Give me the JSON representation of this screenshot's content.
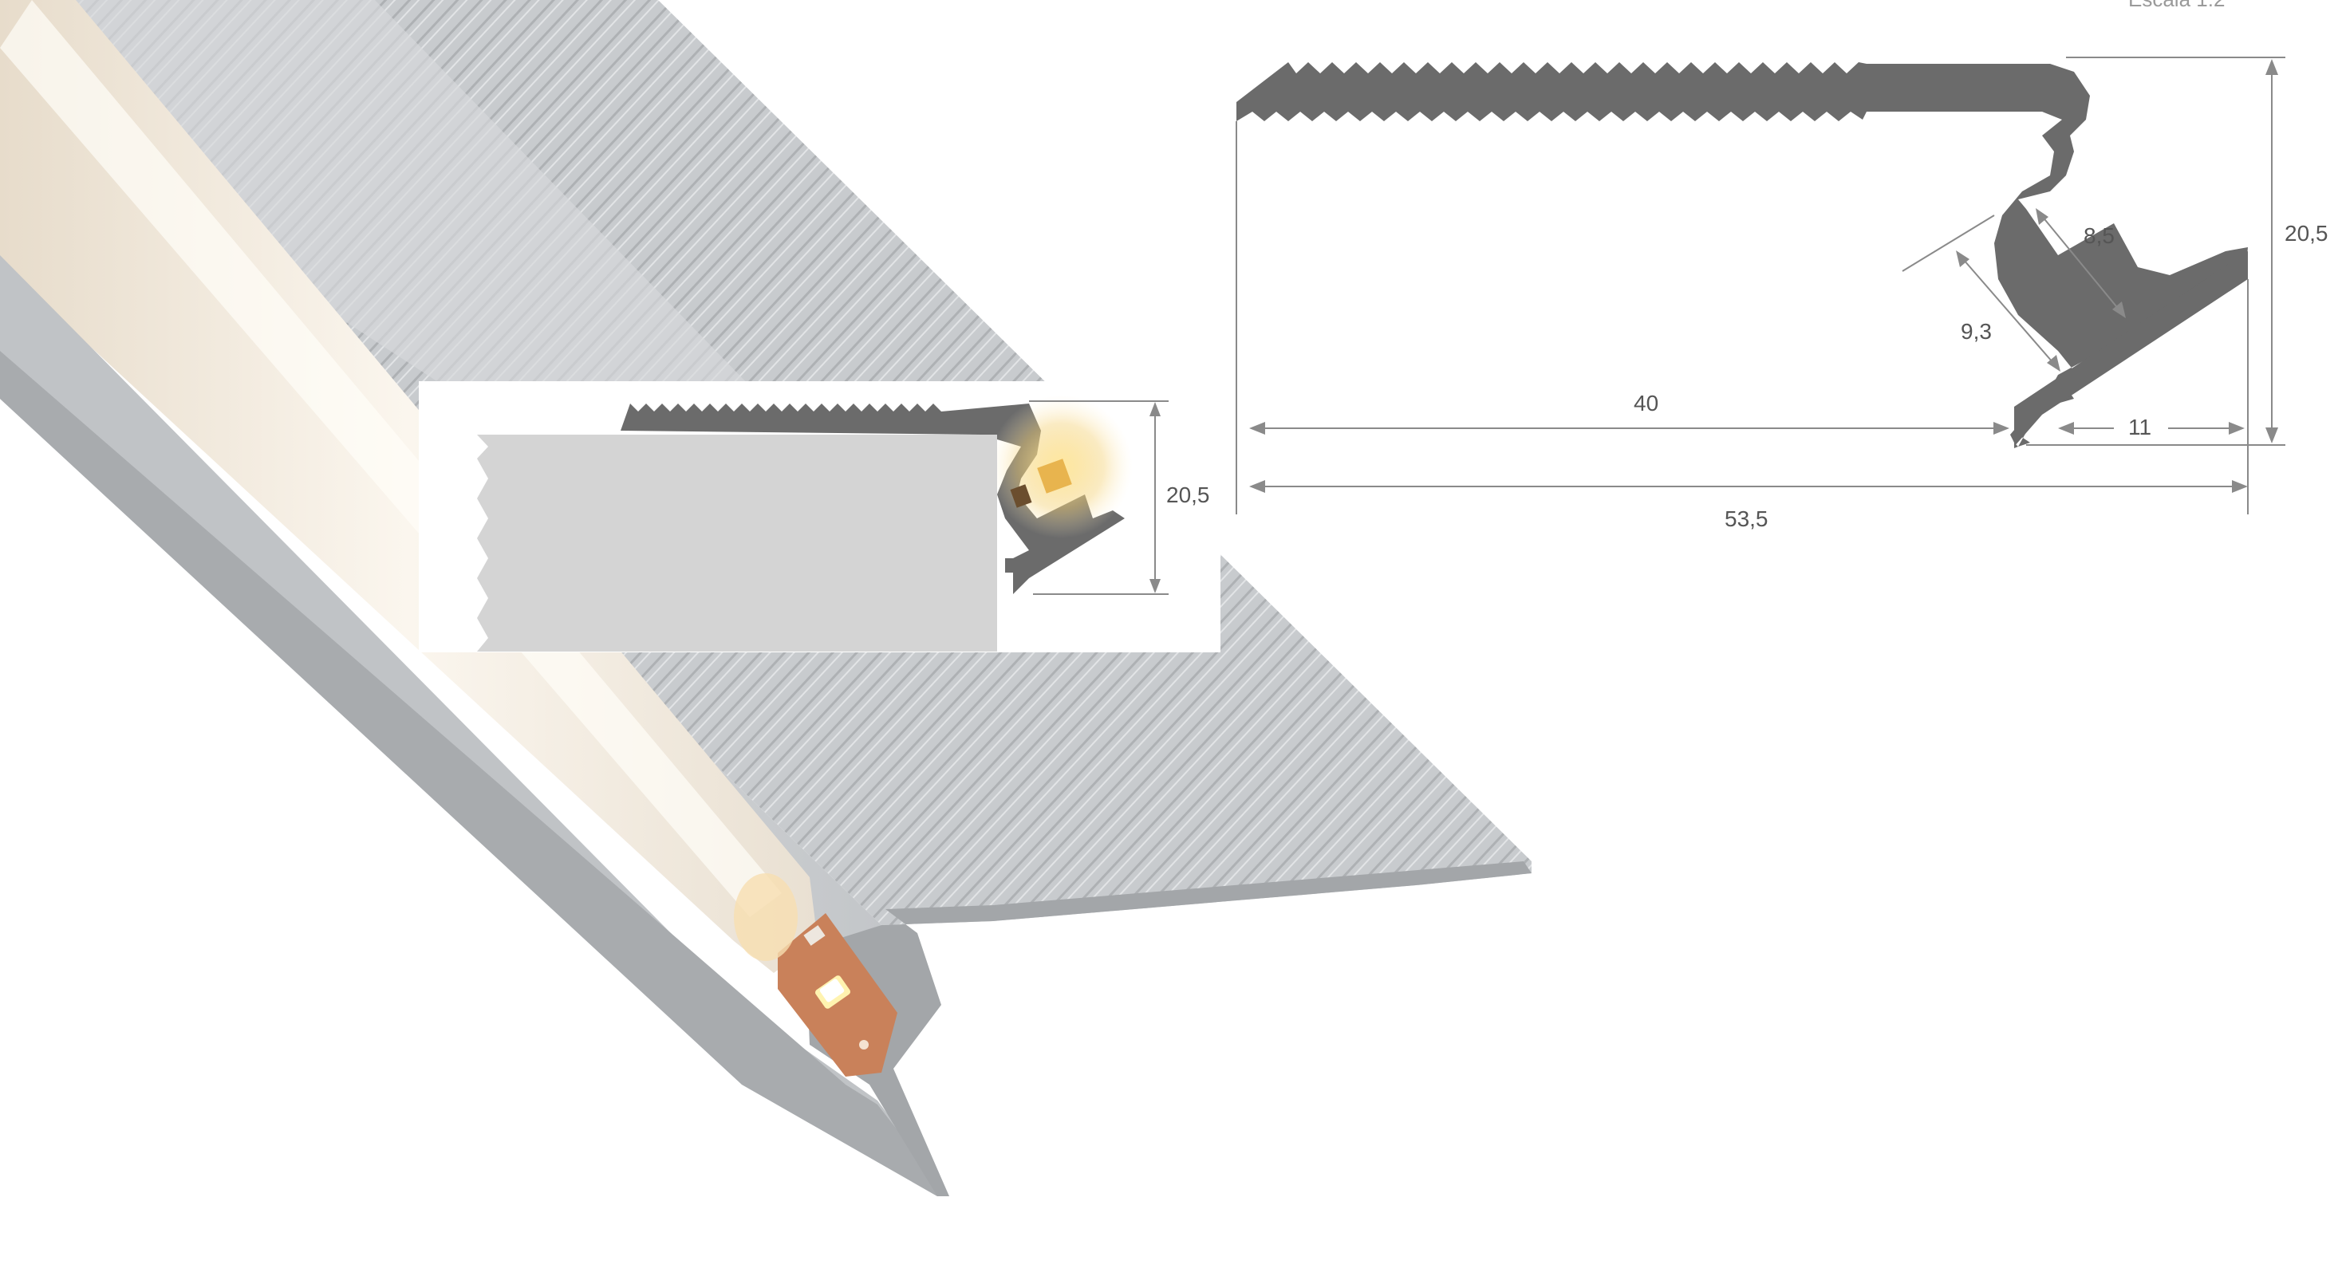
{
  "scale_label": "Escala 1:2",
  "dimensions": {
    "main_height": "20,5",
    "angle_inner": "8,5",
    "angle_outer": "9,3",
    "top_width": "40",
    "diffuser_width": "11",
    "total_width": "53,5",
    "inset_height": "20,5"
  },
  "colors": {
    "profile_fill": "#6b6b6b",
    "dimension_line": "#8a8a8a",
    "aluminium_light": "#d4d6d8",
    "aluminium_dark": "#9ea1a4",
    "diffuser": "#f3ece0",
    "led_strip": "#c9815a",
    "led_glow": "#f2c75a",
    "inset_mask": "#d4d4d4"
  }
}
